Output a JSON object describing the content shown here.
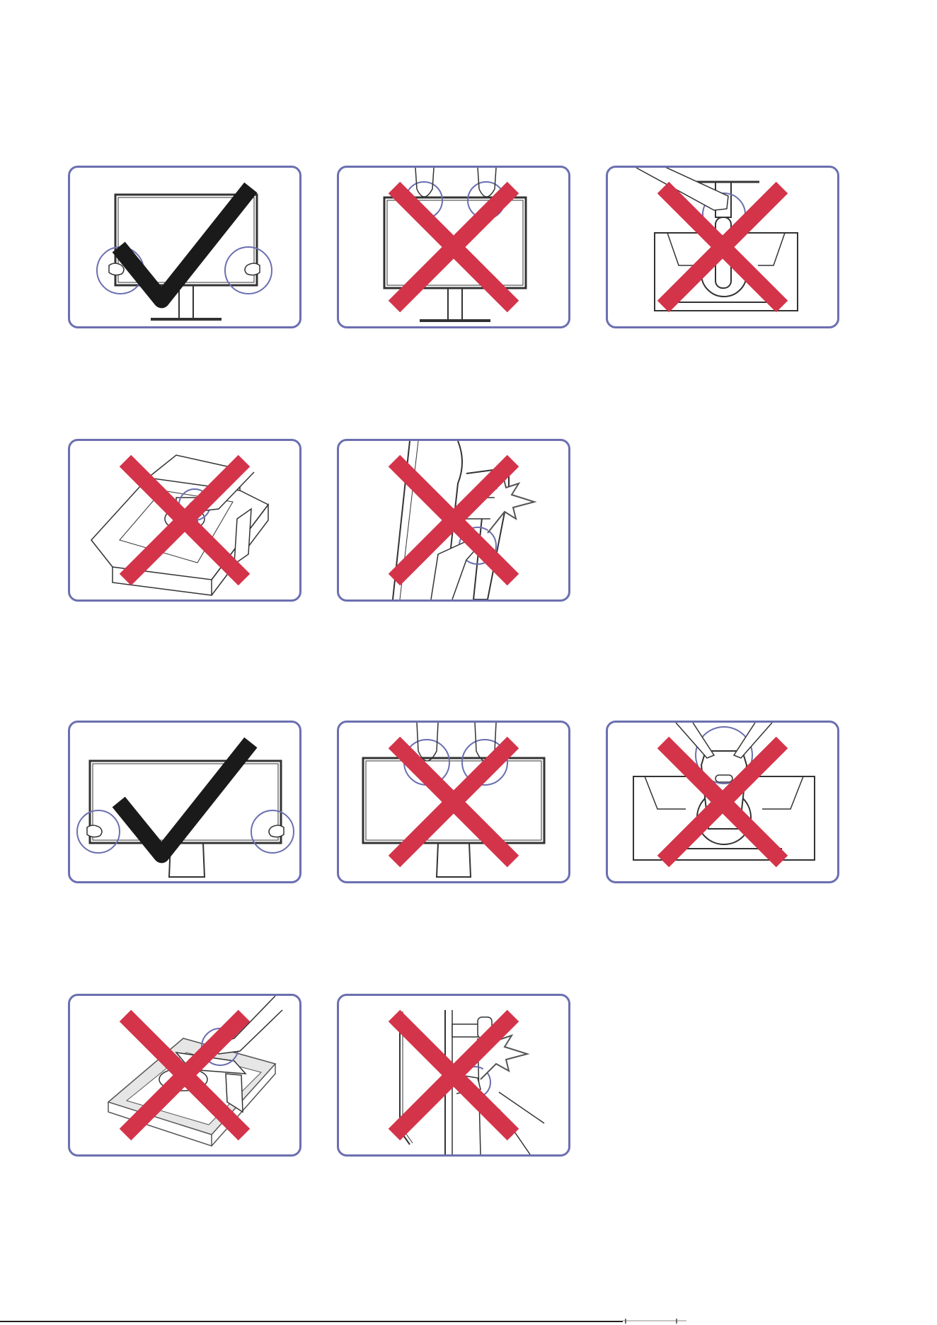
{
  "colors": {
    "frame": "#6b6fb0",
    "check": "#1a1a1a",
    "cross": "#d3344a",
    "line": "#333333"
  },
  "icons": {
    "ok": "check-mark-icon",
    "bad": "cross-mark-icon"
  },
  "panels": [
    {
      "id": "p1",
      "status": "ok",
      "scene": "monitor-held-by-sides"
    },
    {
      "id": "p2",
      "status": "bad",
      "scene": "monitor-held-by-top"
    },
    {
      "id": "p3",
      "status": "bad",
      "scene": "monitor-held-by-stand"
    },
    {
      "id": "p4",
      "status": "bad",
      "scene": "box-lift-by-stand"
    },
    {
      "id": "p5",
      "status": "bad",
      "scene": "finger-pinch-stand"
    },
    {
      "id": "p6",
      "status": "ok",
      "scene": "wide-monitor-held-by-sides"
    },
    {
      "id": "p7",
      "status": "bad",
      "scene": "wide-monitor-held-by-top"
    },
    {
      "id": "p8",
      "status": "bad",
      "scene": "wide-monitor-held-by-stand"
    },
    {
      "id": "p9",
      "status": "bad",
      "scene": "tray-lift-by-stand"
    },
    {
      "id": "p10",
      "status": "bad",
      "scene": "finger-pinch-stand-2"
    }
  ]
}
